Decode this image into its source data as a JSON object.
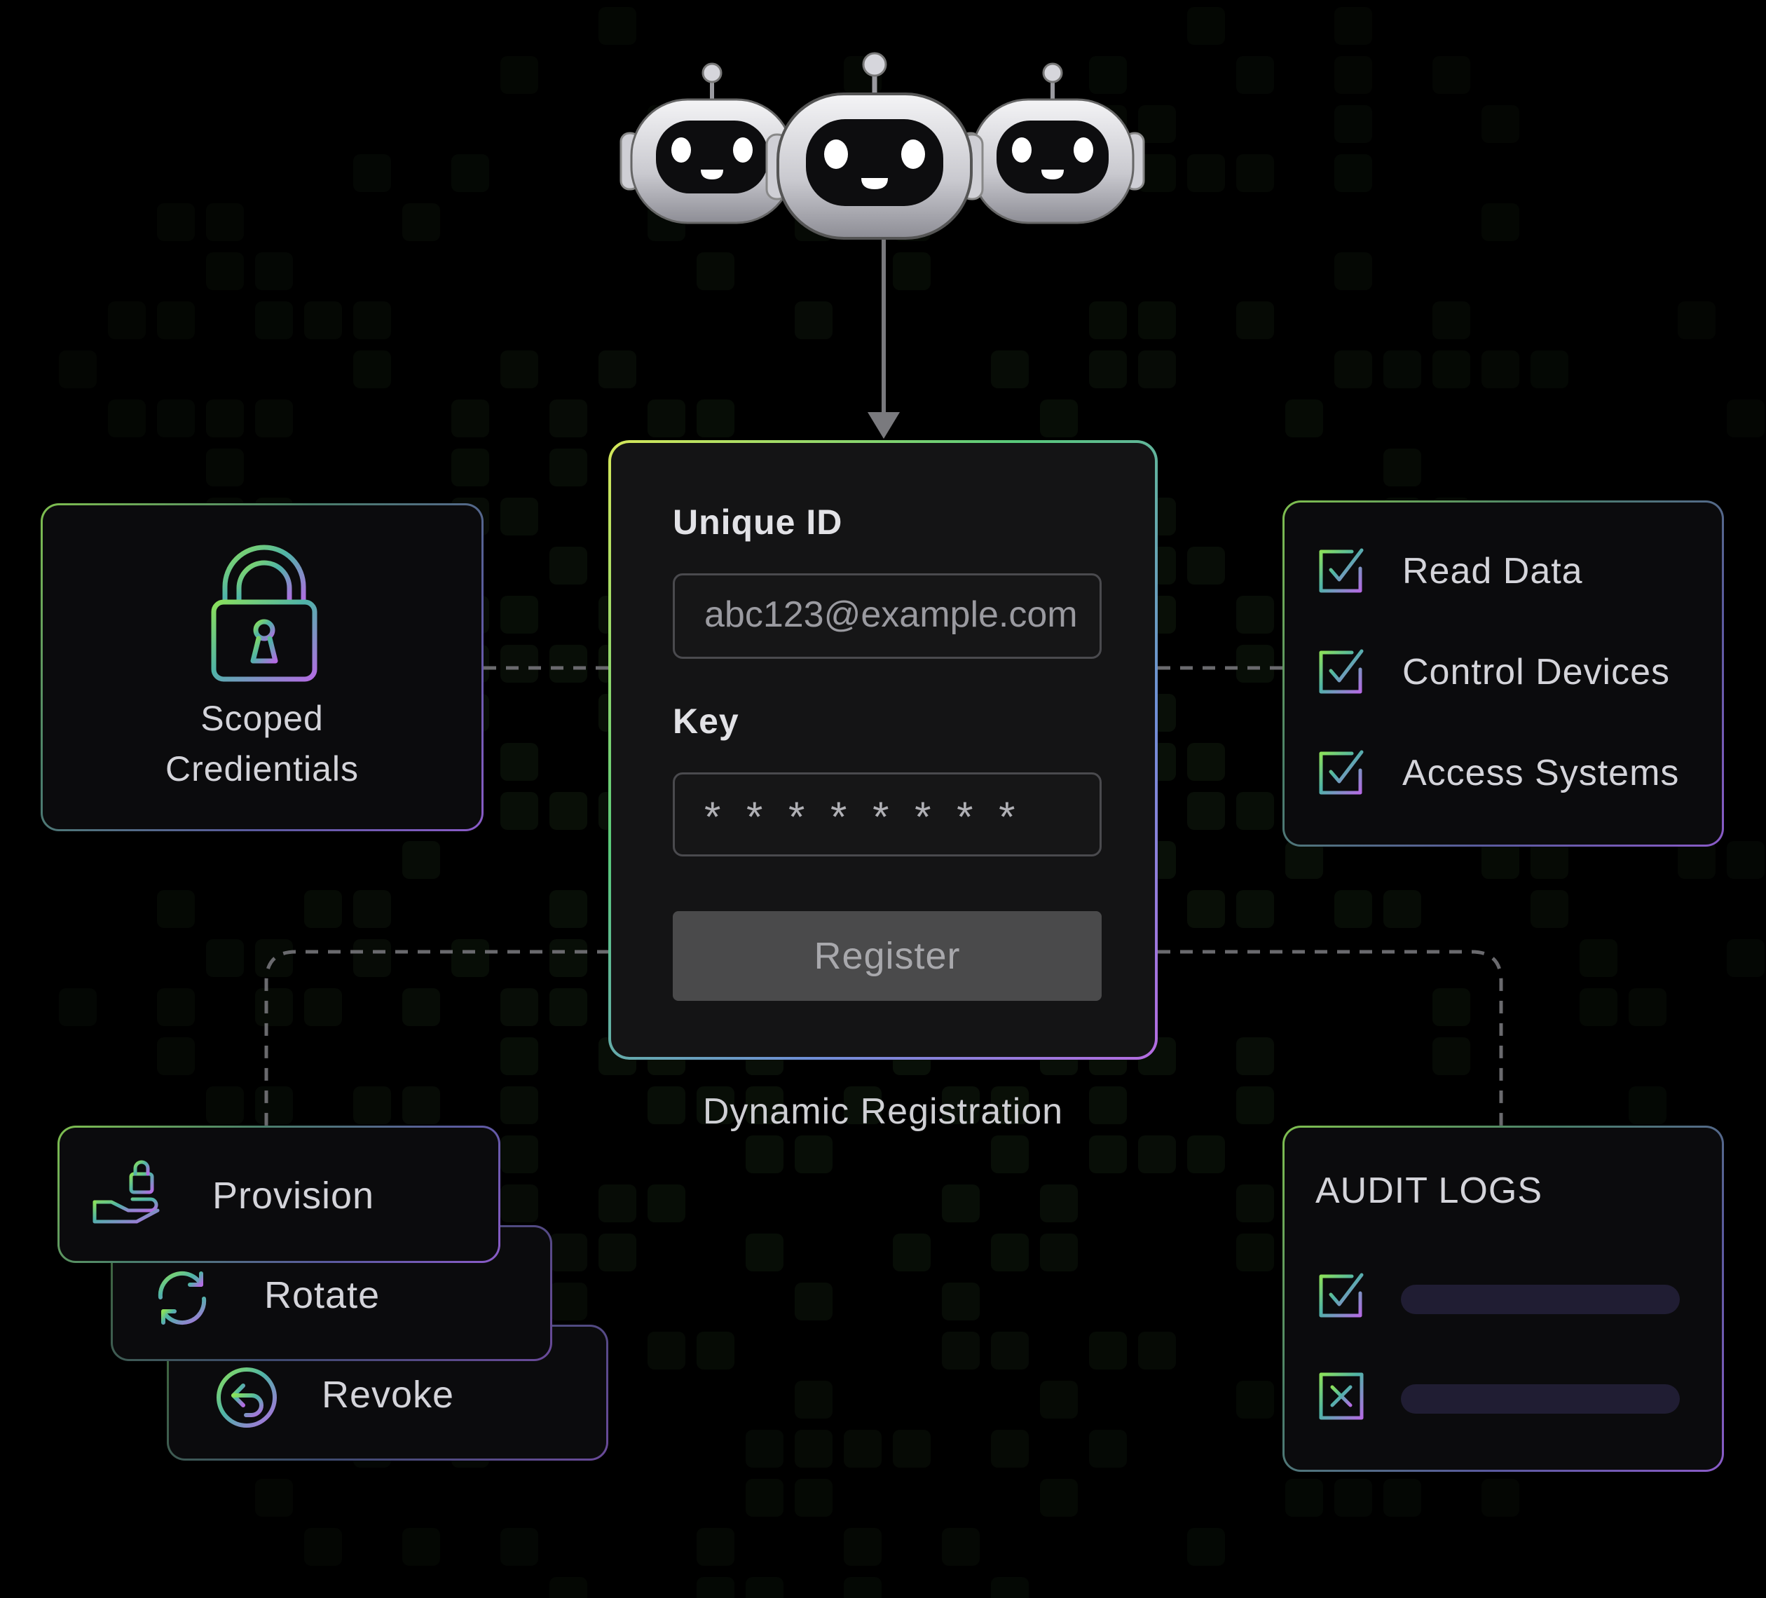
{
  "registration": {
    "unique_id_label": "Unique ID",
    "unique_id_value": "abc123@example.com",
    "key_label": "Key",
    "key_value": "********",
    "register_button": "Register",
    "caption": "Dynamic Registration"
  },
  "credentials": {
    "line1": "Scoped",
    "line2": "Credientials"
  },
  "permissions": {
    "items": [
      "Read Data",
      "Control Devices",
      "Access Systems"
    ]
  },
  "lifecycle": {
    "items": [
      "Provision",
      "Rotate",
      "Revoke"
    ]
  },
  "audit": {
    "title": "AUDIT LOGS",
    "entries": [
      "success",
      "failure"
    ]
  },
  "icons": [
    "robot-icon",
    "lock-icon",
    "checkbox-icon",
    "hand-lock-icon",
    "rotate-icon",
    "revoke-icon",
    "x-box-icon"
  ],
  "colors": {
    "background": "#000000",
    "accent_green": "#7ed957",
    "accent_purple": "#b56be0",
    "button": "#4a4a4b"
  }
}
